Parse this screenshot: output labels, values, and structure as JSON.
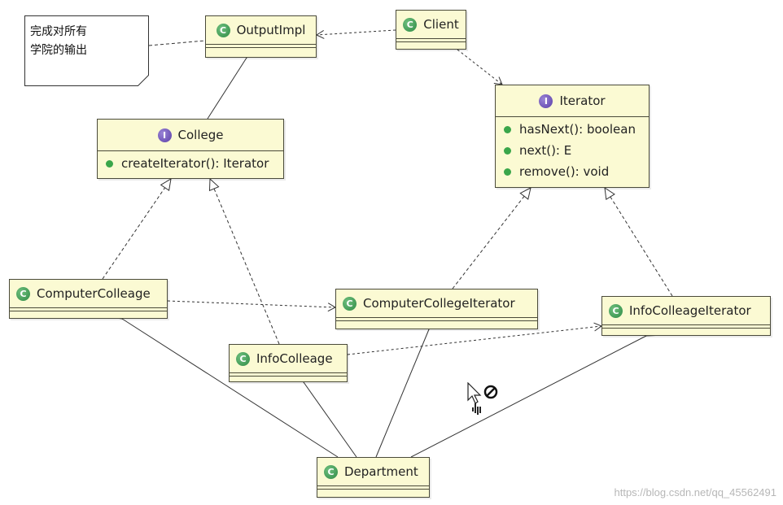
{
  "note": {
    "lines": [
      "完成对所有",
      "学院的输出"
    ]
  },
  "classes": {
    "output_impl": {
      "name": "OutputImpl",
      "kind": "class"
    },
    "client": {
      "name": "Client",
      "kind": "class"
    },
    "college": {
      "name": "College",
      "kind": "interface",
      "methods": [
        "createIterator(): Iterator"
      ]
    },
    "iterator": {
      "name": "Iterator",
      "kind": "interface",
      "methods": [
        "hasNext(): boolean",
        "next(): E",
        "remove(): void"
      ]
    },
    "computer_colleage": {
      "name": "ComputerColleage",
      "kind": "class"
    },
    "computer_college_iterator": {
      "name": "ComputerCollegeIterator",
      "kind": "class"
    },
    "info_colleage": {
      "name": "InfoColleage",
      "kind": "class"
    },
    "info_colleage_iterator": {
      "name": "InfoColleageIterator",
      "kind": "class"
    },
    "department": {
      "name": "Department",
      "kind": "class"
    }
  },
  "relations": [
    {
      "from": "note",
      "to": "output_impl",
      "type": "note-link"
    },
    {
      "from": "client",
      "to": "output_impl",
      "type": "dependency"
    },
    {
      "from": "client",
      "to": "iterator",
      "type": "dependency"
    },
    {
      "from": "output_impl",
      "to": "college",
      "type": "aggregation"
    },
    {
      "from": "computer_colleage",
      "to": "college",
      "type": "realization"
    },
    {
      "from": "info_colleage",
      "to": "college",
      "type": "realization"
    },
    {
      "from": "computer_college_iterator",
      "to": "iterator",
      "type": "realization"
    },
    {
      "from": "info_colleage_iterator",
      "to": "iterator",
      "type": "realization"
    },
    {
      "from": "computer_colleage",
      "to": "computer_college_iterator",
      "type": "dependency"
    },
    {
      "from": "info_colleage",
      "to": "info_colleage_iterator",
      "type": "dependency"
    },
    {
      "from": "computer_colleage",
      "to": "department",
      "type": "aggregation"
    },
    {
      "from": "info_colleage",
      "to": "department",
      "type": "aggregation"
    },
    {
      "from": "computer_college_iterator",
      "to": "department",
      "type": "aggregation"
    },
    {
      "from": "info_colleage_iterator",
      "to": "department",
      "type": "aggregation"
    }
  ],
  "icons": {
    "class": "class-c-icon",
    "interface": "interface-i-icon",
    "cursor": "drag-cursor-icon",
    "forbidden": "no-drop-icon"
  },
  "colors": {
    "box_fill": "#fbfad3",
    "class_icon": "#2e8b45",
    "interface_icon": "#5b3fa8",
    "method_dot": "#3aa64a"
  },
  "watermark": "https://blog.csdn.net/qq_45562491"
}
